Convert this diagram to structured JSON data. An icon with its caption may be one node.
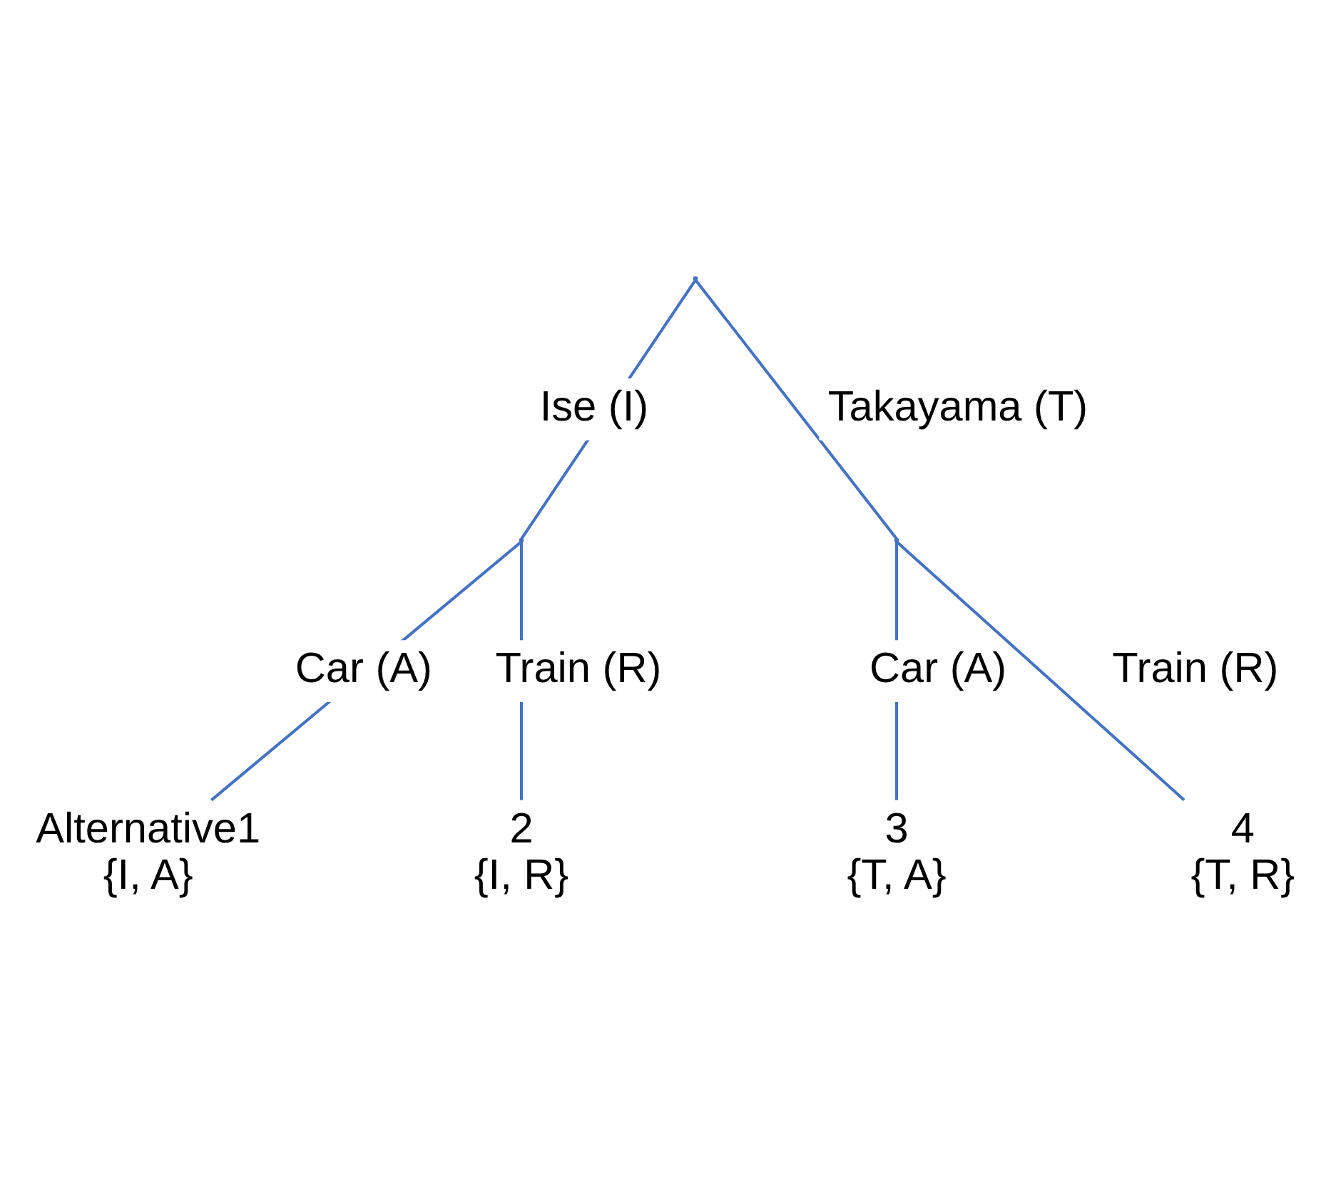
{
  "diagram": {
    "nodes": [
      {
        "text": [],
        "shape": "point"
      },
      {
        "text": [],
        "shape": "point"
      },
      {
        "text": [],
        "shape": "point"
      },
      {
        "text": [
          "Alternative1",
          "{I, A}"
        ]
      },
      {
        "text": [
          "2",
          "{I, R}"
        ]
      },
      {
        "text": [
          "3",
          "{T, A}"
        ]
      },
      {
        "text": [
          "4",
          "{T, R}"
        ]
      }
    ],
    "edges": [
      {
        "from": 0,
        "to": 1,
        "arrow": "none",
        "label": "Ise (I)"
      },
      {
        "from": 0,
        "to": 2,
        "arrow": "none",
        "label": "Takayama (T)"
      },
      {
        "from": 1,
        "to": 3,
        "arrow": "none",
        "label": "Car (A)"
      },
      {
        "from": 1,
        "to": 4,
        "arrow": "none",
        "label": "Train (R)"
      },
      {
        "from": 2,
        "to": 5,
        "arrow": "none",
        "label": "Car (A)"
      },
      {
        "from": 2,
        "to": 6,
        "arrow": "none",
        "label": "Train (R)"
      }
    ]
  }
}
